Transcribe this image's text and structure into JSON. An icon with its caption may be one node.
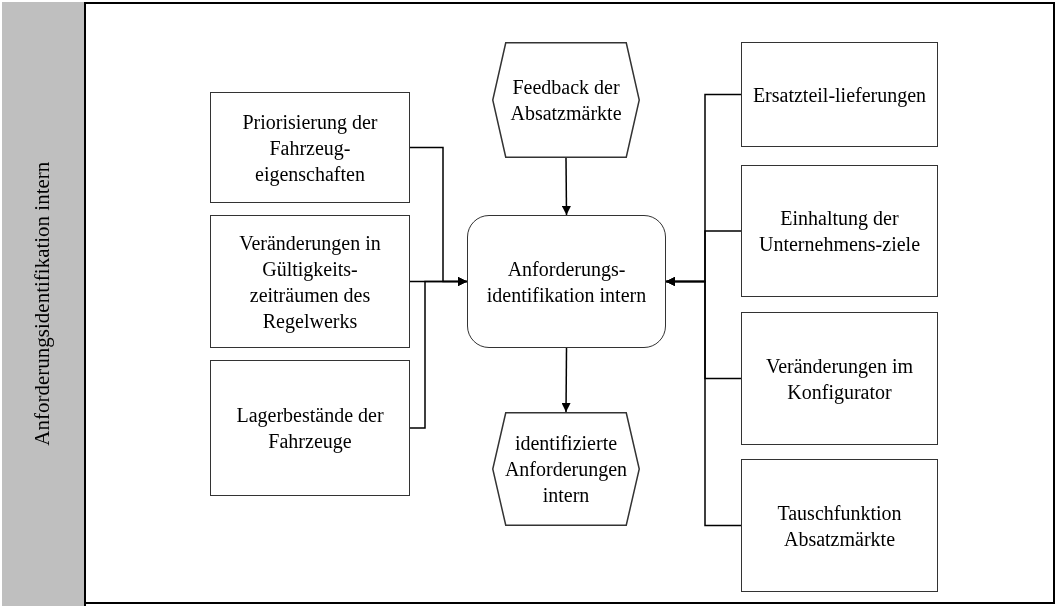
{
  "diagram": {
    "nodes": [
      {
        "text": [
          "Anforderungsidentifikation intern"
        ]
      },
      {
        "text": [
          "Priorisierung der Fahrzeug-eigenschaften"
        ]
      },
      {
        "text": [
          "Veränderungen in Gültigkeits-zeiträumen des Regelwerks"
        ]
      },
      {
        "text": [
          "Lagerbestände der Fahrzeuge"
        ]
      },
      {
        "text": [
          "Feedback der Absatzmärkte"
        ]
      },
      {
        "text": [
          "Anforderungs-identifikation intern"
        ]
      },
      {
        "text": [
          "identifizierte Anforderungen intern"
        ]
      },
      {
        "text": [
          "Ersatzteil-lieferungen"
        ]
      },
      {
        "text": [
          "Einhaltung der Unternehmens-ziele"
        ]
      },
      {
        "text": [
          "Veränderungen im Konfigurator"
        ]
      },
      {
        "text": [
          "Tauschfunktion Absatzmärkte"
        ]
      }
    ],
    "edges": [
      {
        "from": 1,
        "to": 5,
        "arrow": "to"
      },
      {
        "from": 2,
        "to": 5,
        "arrow": "to"
      },
      {
        "from": 3,
        "to": 5,
        "arrow": "to"
      },
      {
        "from": 4,
        "to": 5,
        "arrow": "to"
      },
      {
        "from": 5,
        "to": 6,
        "arrow": "to"
      },
      {
        "from": 7,
        "to": 5,
        "arrow": "to"
      },
      {
        "from": 8,
        "to": 5,
        "arrow": "to"
      },
      {
        "from": 9,
        "to": 5,
        "arrow": "to"
      },
      {
        "from": 10,
        "to": 5,
        "arrow": "to"
      }
    ]
  }
}
